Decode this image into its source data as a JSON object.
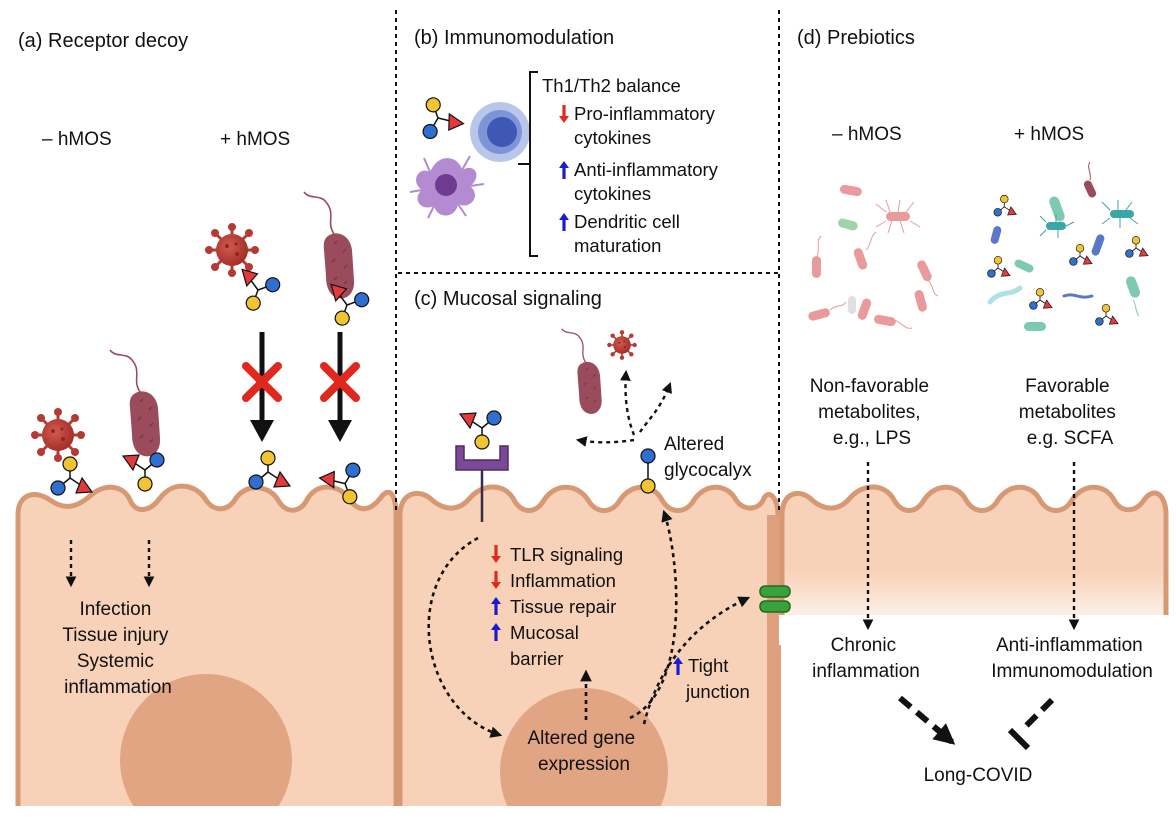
{
  "colors": {
    "cell_fill": "#f8d2b8",
    "cell_stroke": "#d79874",
    "nucleus": "#e2a584",
    "virus": "#b53a34",
    "bacteria": "#9a4c5d",
    "glycan_yellow": "#f3c432",
    "glycan_blue": "#2f6fd0",
    "glycan_red": "#e33b3b",
    "down_arrow": "#e0281e",
    "up_arrow": "#1b1bd1",
    "tight_junction": "#3aa23a",
    "receptor": "#7a4a98"
  },
  "panel_a": {
    "title": "(a) Receptor decoy",
    "minus_label": "– hMOS",
    "plus_label": "+ hMOS",
    "outcomes": [
      "Infection",
      "Tissue injury",
      "Systemic",
      "inflammation"
    ]
  },
  "panel_b": {
    "title": "(b) Immunomodulation",
    "heading": "Th1/Th2 balance",
    "items": [
      {
        "direction": "down",
        "lines": [
          "Pro-inflammatory",
          "cytokines"
        ]
      },
      {
        "direction": "up",
        "lines": [
          "Anti-inflammatory",
          "cytokines"
        ]
      },
      {
        "direction": "up",
        "lines": [
          "Dendritic cell",
          "maturation"
        ]
      }
    ]
  },
  "panel_c": {
    "title": "(c) Mucosal signaling",
    "glycocalyx_label": [
      "Altered",
      "glycocalyx"
    ],
    "effects": [
      {
        "direction": "down",
        "text": "TLR signaling"
      },
      {
        "direction": "down",
        "text": "Inflammation"
      },
      {
        "direction": "up",
        "text": "Tissue repair"
      },
      {
        "direction": "up",
        "text": "Mucosal"
      },
      {
        "direction": "none",
        "text": "barrier"
      }
    ],
    "tight_junction_label": [
      "Tight",
      "junction"
    ],
    "gene_expression": [
      "Altered gene",
      "expression"
    ]
  },
  "panel_d": {
    "title": "(d) Prebiotics",
    "minus_label": "– hMOS",
    "plus_label": "+ hMOS",
    "left_metabolites": [
      "Non-favorable",
      "metabolites,",
      "e.g., LPS"
    ],
    "right_metabolites": [
      "Favorable",
      "metabolites",
      "e.g. SCFA"
    ],
    "left_outcome": [
      "Chronic",
      "inflammation"
    ],
    "right_outcome": [
      "Anti-inflammation",
      "Immunomodulation"
    ],
    "final": "Long-COVID"
  }
}
